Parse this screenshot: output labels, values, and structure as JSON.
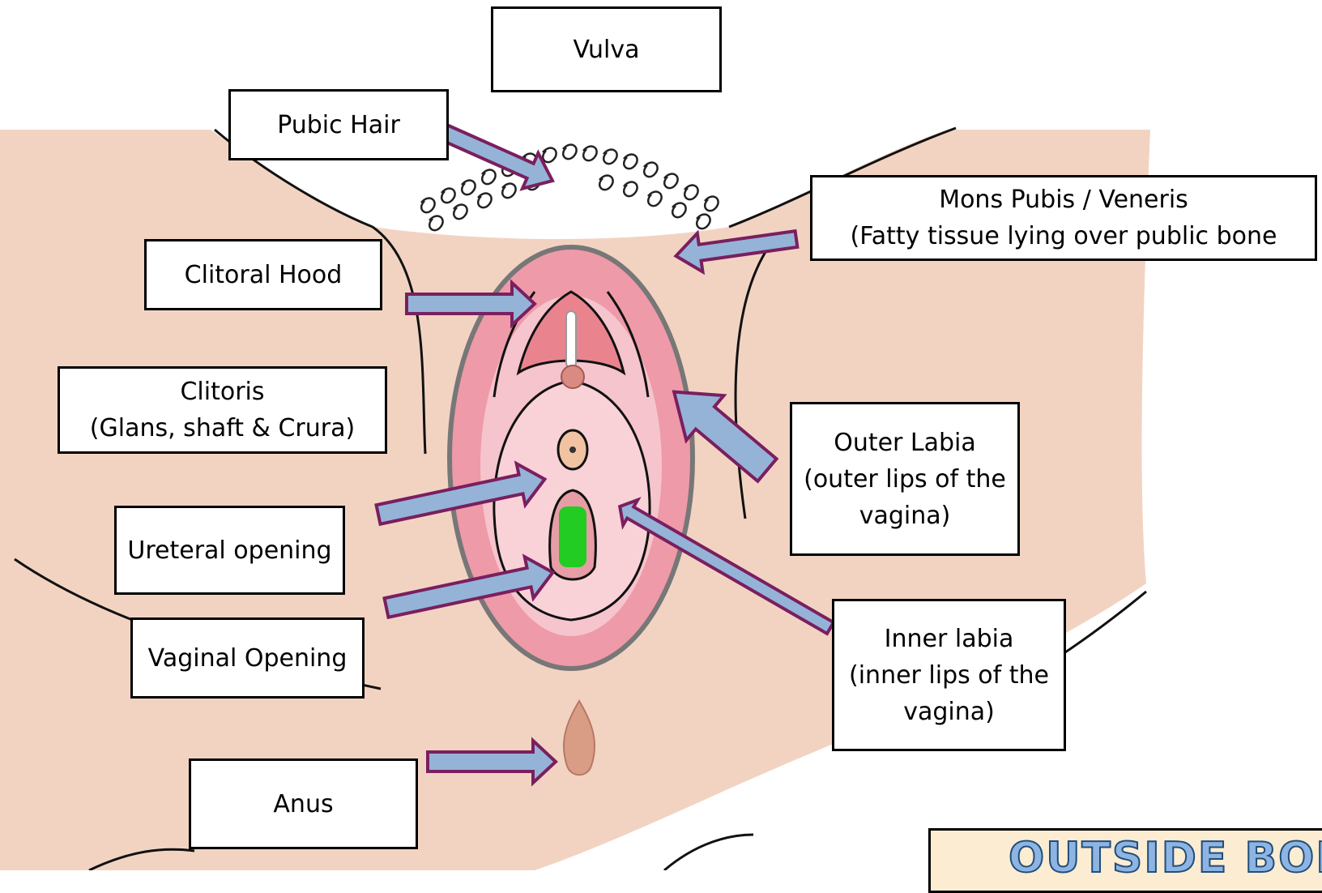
{
  "labels": {
    "vulva": "Vulva",
    "pubic_hair": "Pubic Hair",
    "mons_line1": "Mons Pubis / Veneris",
    "mons_line2": "(Fatty tissue lying over public bone",
    "clitoral_hood": "Clitoral Hood",
    "clitoris_line1": "Clitoris",
    "clitoris_line2": "(Glans, shaft & Crura)",
    "outer_labia_line1": "Outer Labia",
    "outer_labia_line2": "(outer lips of the",
    "outer_labia_line3": "vagina)",
    "ureteral_opening": "Ureteral opening",
    "vaginal_opening": "Vaginal Opening",
    "inner_labia_line1": "Inner labia",
    "inner_labia_line2": "(inner lips of the",
    "inner_labia_line3": "vagina)",
    "anus": "Anus"
  },
  "banner": {
    "text": "OUTSIDE BODY"
  },
  "colors": {
    "skin": "#f2d3c2",
    "labia_outer": "#ee9aa8",
    "labia_inner": "#f6c4cc",
    "arrow_fill": "#95b3d7",
    "arrow_stroke": "#7a1f5f",
    "vaginal_opening_fill": "#22cc22",
    "label_border": "#000000",
    "banner_fill": "#fcecd2",
    "banner_text": "#8eb4e3"
  }
}
